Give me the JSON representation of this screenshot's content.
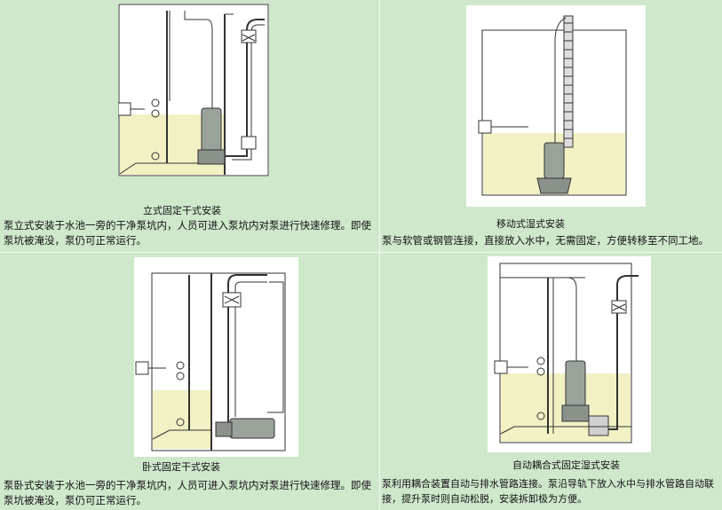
{
  "panels": [
    {
      "caption": "立式固定干式安装",
      "description": "泵立式安装于水池一旁的干净泵坑内，人员可进入泵坑内对泵进行快速修理。即使泵坑被淹没，泵仍可正常运行。"
    },
    {
      "caption": "移动式湿式安装",
      "description": "泵与软管或钢管连接，直接放入水中，无需固定，方便转移至不同工地。"
    },
    {
      "caption": "卧式固定干式安装",
      "description": "泵卧式安装于水池一旁的干净泵坑内，人员可进入泵坑内对泵进行快速修理。即使泵坑被淹没，泵仍可正常运行。"
    },
    {
      "caption": "自动耦合式固定湿式安装",
      "description": "泵利用耦合装置自动与排水管路连接。泵沿导轨下放入水中与排水管路自动联接，提升泵时则自动松脱，安装拆卸极为方便。"
    }
  ],
  "colors": {
    "background": "#cfe8cc",
    "water": "#f2f1c4",
    "line": "#333333"
  }
}
